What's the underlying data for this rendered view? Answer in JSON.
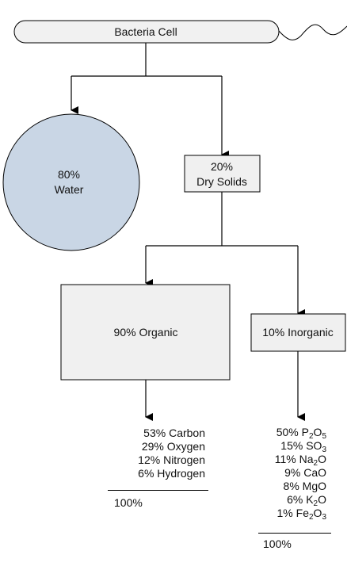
{
  "nodes": {
    "cell": {
      "label": "Bacteria Cell"
    },
    "water": {
      "line1": "80%",
      "line2": "Water"
    },
    "dry_solids": {
      "line1": "20%",
      "line2": "Dry Solids"
    },
    "organic": {
      "label": "90% Organic"
    },
    "inorganic": {
      "label": "10% Inorganic"
    }
  },
  "organic_composition": {
    "items": [
      {
        "text": "53% Carbon"
      },
      {
        "text": "29% Oxygen"
      },
      {
        "text": "12% Nitrogen"
      },
      {
        "text": "6% Hydrogen"
      }
    ],
    "total": "100%"
  },
  "inorganic_composition": {
    "items": [
      {
        "pct": "50%",
        "formula": [
          [
            "P",
            ""
          ],
          [
            "2",
            "sub"
          ],
          [
            "O",
            ""
          ],
          [
            "5",
            "sub"
          ]
        ]
      },
      {
        "pct": "15%",
        "formula": [
          [
            "SO",
            ""
          ],
          [
            "3",
            "sub"
          ]
        ]
      },
      {
        "pct": "11%",
        "formula": [
          [
            "Na",
            ""
          ],
          [
            "2",
            "sub"
          ],
          [
            "O",
            ""
          ]
        ]
      },
      {
        "pct": "9%",
        "formula": [
          [
            "CaO",
            ""
          ]
        ]
      },
      {
        "pct": "8%",
        "formula": [
          [
            "MgO",
            ""
          ]
        ]
      },
      {
        "pct": "6%",
        "formula": [
          [
            "K",
            ""
          ],
          [
            "2",
            "sub"
          ],
          [
            "O",
            ""
          ]
        ]
      },
      {
        "pct": "1%",
        "formula": [
          [
            "Fe",
            ""
          ],
          [
            "2",
            "sub"
          ],
          [
            "O",
            ""
          ],
          [
            "3",
            "sub"
          ]
        ]
      }
    ],
    "total": "100%"
  },
  "colors": {
    "water_fill": "#c9d6e5",
    "box_fill": "#f0f0f0",
    "cell_fill": "#f1f1f1",
    "line": "#000000"
  }
}
